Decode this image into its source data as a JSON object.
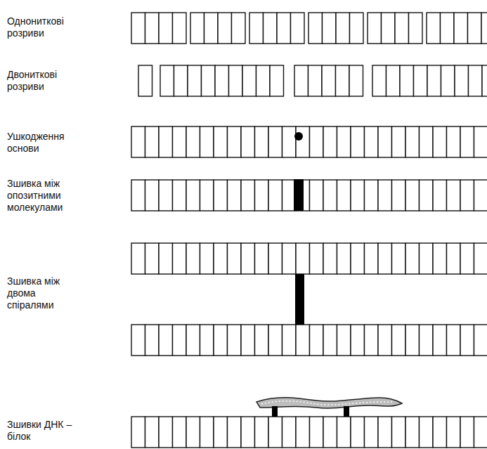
{
  "diagram": {
    "labels": [
      "Однониткові розриви",
      "Двониткові розриви",
      "Ушкодження основи",
      "Зшивка між опозитними молекулами",
      "Зшивка між двома спіралями",
      "Зшивки ДНК – білок"
    ]
  }
}
